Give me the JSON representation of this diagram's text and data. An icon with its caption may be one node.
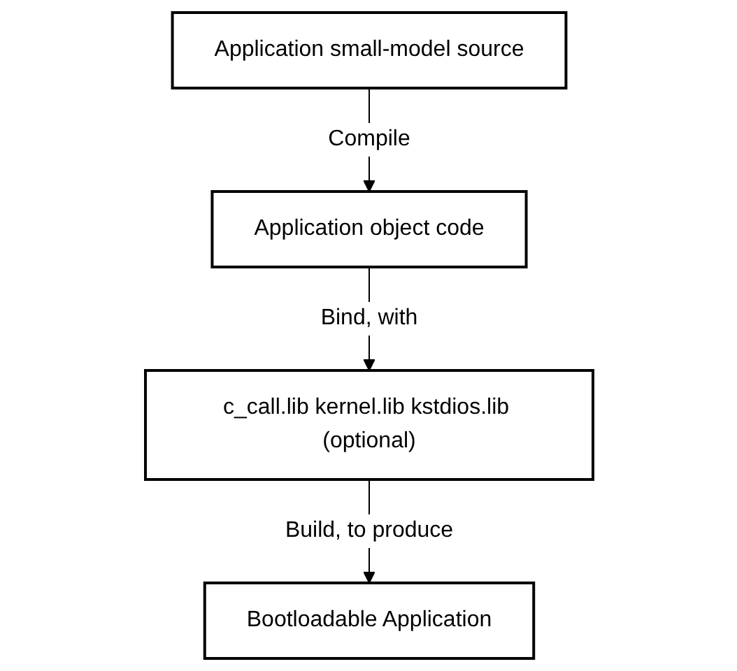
{
  "diagram": {
    "nodes": [
      {
        "text": [
          "Application small-model source"
        ]
      },
      {
        "text": [
          "Application object code"
        ]
      },
      {
        "text": [
          "c_call.lib kernel.lib kstdios.lib (optional)"
        ]
      },
      {
        "text": [
          "Bootloadable Application"
        ]
      }
    ],
    "edges": [
      {
        "from": 0,
        "to": 1,
        "arrow": "to",
        "label": "Compile"
      },
      {
        "from": 1,
        "to": 2,
        "arrow": "to",
        "label": "Bind, with"
      },
      {
        "from": 2,
        "to": 3,
        "arrow": "to",
        "label": "Build, to produce"
      }
    ]
  }
}
